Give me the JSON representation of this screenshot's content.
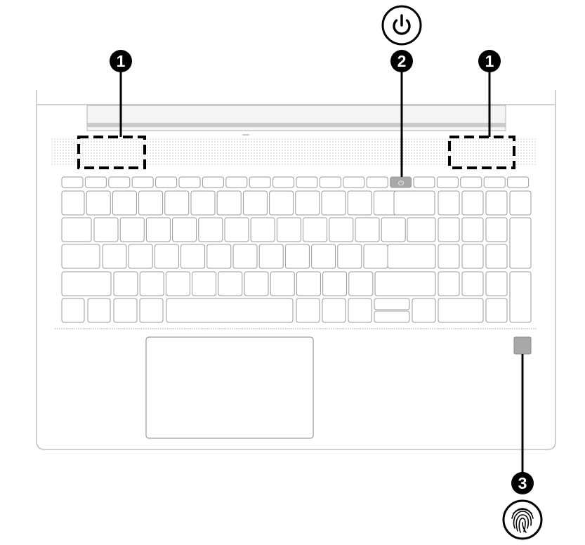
{
  "callouts": [
    {
      "id": "speakers-left",
      "number": "1",
      "component": "speakers"
    },
    {
      "id": "power-button",
      "number": "2",
      "component": "power-button",
      "icon": "power-icon"
    },
    {
      "id": "speakers-right",
      "number": "1",
      "component": "speakers"
    },
    {
      "id": "fingerprint-reader",
      "number": "3",
      "component": "fingerprint-reader",
      "icon": "fingerprint-icon"
    }
  ],
  "colors": {
    "callout_fill": "#000000",
    "callout_text": "#ffffff",
    "device_outline": "#b4b4b4",
    "key_outline": "#9a9a9a",
    "highlight_fill": "#a8a8a8",
    "speaker_dots": "#c8c8c8",
    "background": "#ffffff"
  }
}
